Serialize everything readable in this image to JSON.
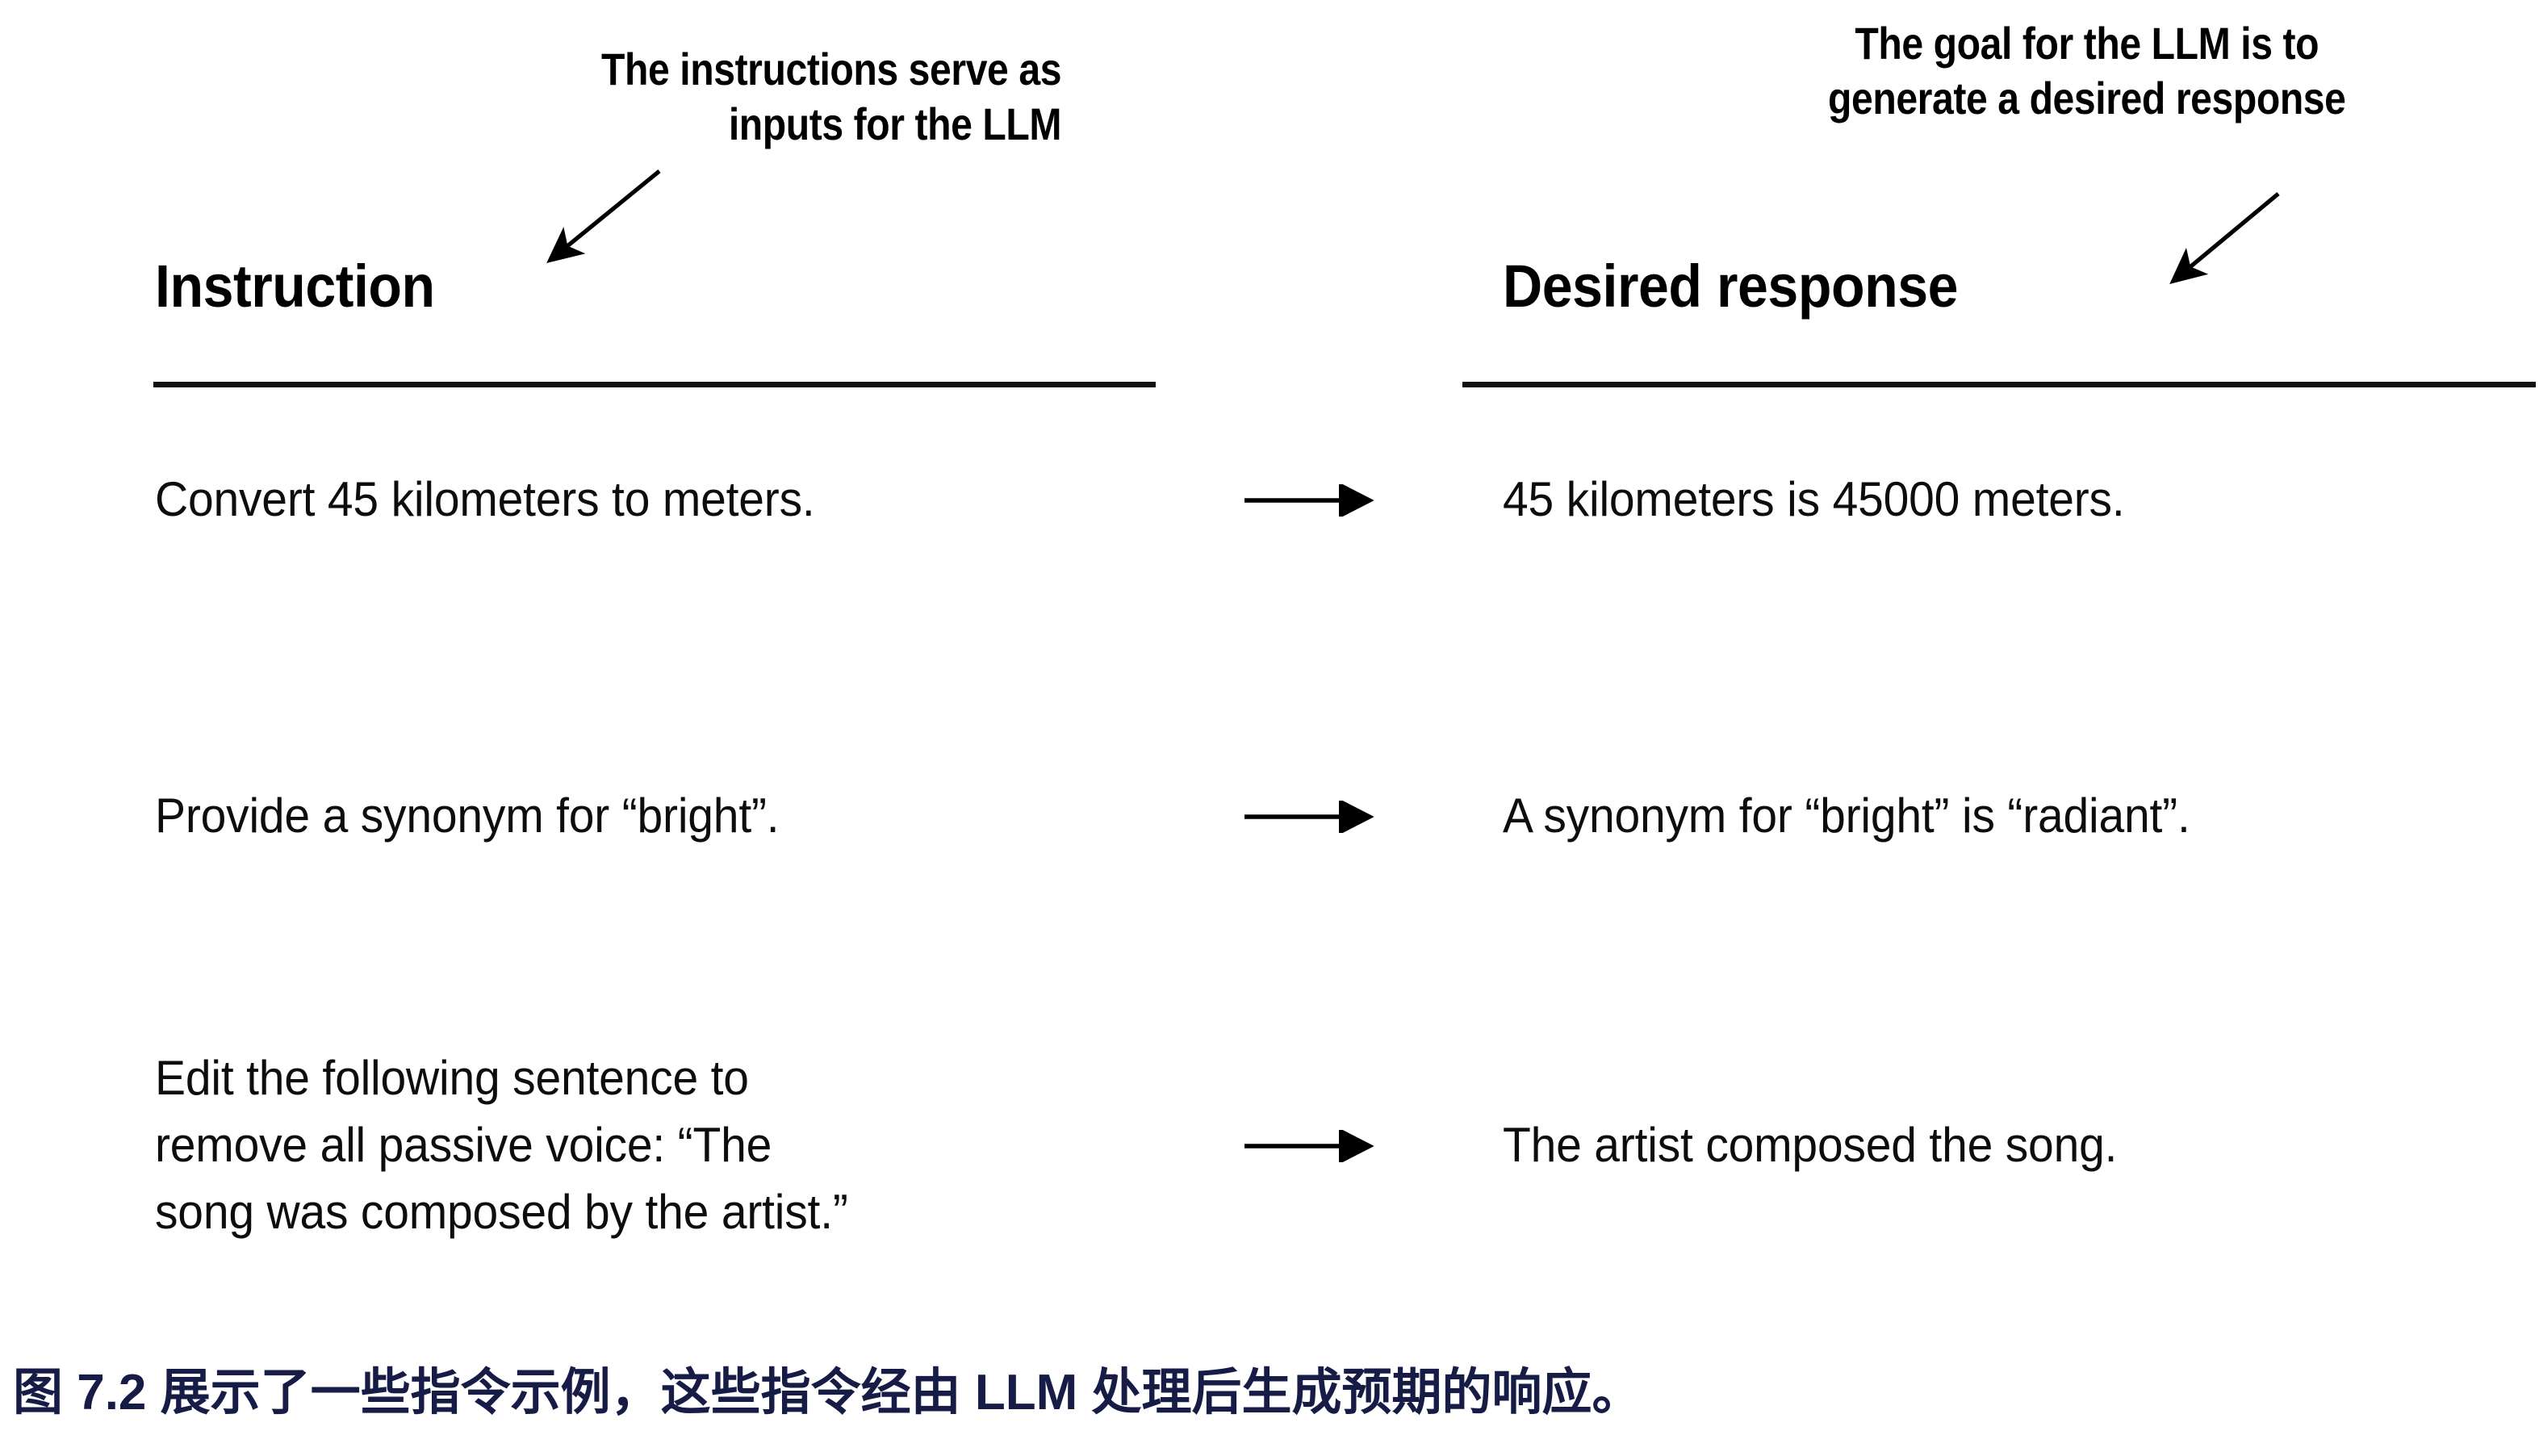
{
  "figure": {
    "annotations": {
      "left": {
        "name": "instruction-callout",
        "line1": "The instructions serve as",
        "line2": "inputs for the LLM"
      },
      "right": {
        "name": "response-callout",
        "line1": "The goal for the LLM is to",
        "line2": "generate a desired response"
      }
    },
    "columns": {
      "left_header": "Instruction",
      "right_header": "Desired response"
    },
    "rows": [
      {
        "instruction": "Convert 45 kilometers to meters.",
        "arrow": "right-arrow",
        "response": "45 kilometers is 45000 meters."
      },
      {
        "instruction": "Provide a synonym for “bright”.",
        "arrow": "right-arrow",
        "response": "A synonym for “bright” is “radiant”."
      },
      {
        "instruction": "Edit the following sentence to\nremove all passive voice: “The\nsong was composed by the artist.”",
        "arrow": "right-arrow",
        "response": "The artist composed the song."
      }
    ],
    "caption": "图 7.2 展示了一些指令示例，这些指令经由 LLM 处理后生成预期的响应。",
    "colors": {
      "ink": "#000000",
      "rule": "#111111",
      "caption_navy": "#161c46",
      "background": "#ffffff"
    }
  }
}
